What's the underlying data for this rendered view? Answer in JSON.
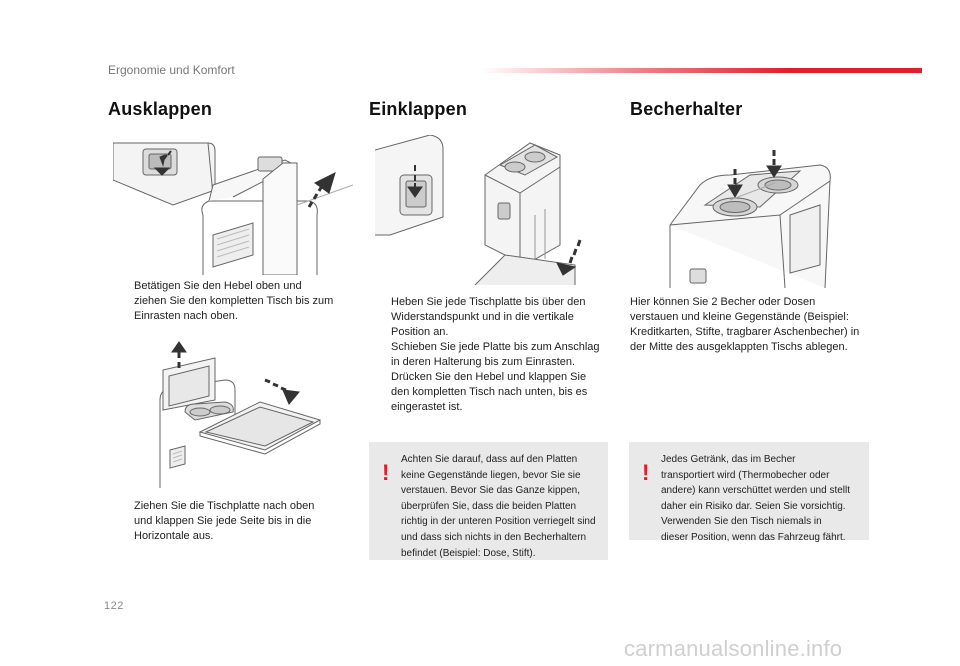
{
  "header": {
    "section_title": "Ergonomie und Komfort"
  },
  "columns": [
    {
      "title": "Ausklappen",
      "bullets_a": [
        {
          "marker": "",
          "lines": [
            "Betätigen Sie den Hebel oben und",
            "ziehen Sie den kompletten Tisch bis zum",
            "Einrasten nach oben."
          ]
        }
      ],
      "bullets_b": [
        {
          "marker": "",
          "lines": [
            "Ziehen Sie die Tischplatte nach oben",
            "und klappen Sie jede Seite bis in die",
            "Horizontale aus."
          ]
        }
      ]
    },
    {
      "title": "Einklappen",
      "bullets": [
        {
          "marker": "",
          "lines": [
            "Heben Sie jede Tischplatte bis über den",
            "Widerstandspunkt und in die vertikale",
            "Position an."
          ]
        },
        {
          "marker": "",
          "lines": [
            "Schieben Sie jede Platte bis zum Anschlag",
            "in deren Halterung bis zum Einrasten."
          ]
        },
        {
          "marker": "",
          "lines": [
            "Drücken Sie den Hebel und klappen Sie",
            "den kompletten Tisch nach unten, bis es",
            "eingerastet ist."
          ]
        }
      ],
      "warning": {
        "icon": "!",
        "lines": [
          "Achten Sie darauf, dass auf den Platten",
          "keine Gegenstände liegen, bevor Sie sie",
          "verstauen. Bevor Sie das Ganze kippen,",
          "überprüfen Sie, dass die beiden Platten",
          "richtig in der unteren Position verriegelt sind",
          "und dass sich nichts in den Becherhaltern",
          "befindet (Beispiel: Dose, Stift)."
        ]
      }
    },
    {
      "title": "Becherhalter",
      "paragraph_lines": [
        "Hier können Sie 2 Becher oder Dosen",
        "verstauen und kleine Gegenstände (Beispiel:",
        "Kreditkarten, Stifte, tragbarer Aschenbecher) in",
        "der Mitte des ausgeklappten Tischs ablegen."
      ],
      "warning": {
        "icon": "!",
        "lines": [
          "Jedes Getränk, das im Becher",
          "transportiert wird (Thermobecher oder",
          "andere) kann verschüttet werden und stellt",
          "daher ein Risiko dar. Seien Sie vorsichtig.",
          "Verwenden Sie den Tisch niemals in",
          "dieser Position, wenn das Fahrzeug fährt."
        ]
      }
    }
  ],
  "footer": {
    "page_number": "122",
    "watermark": "carmanualsonline.info"
  },
  "colors": {
    "accent": "#e11e2d",
    "warning_bg": "#e9e9e9",
    "line_art": "#555555"
  }
}
